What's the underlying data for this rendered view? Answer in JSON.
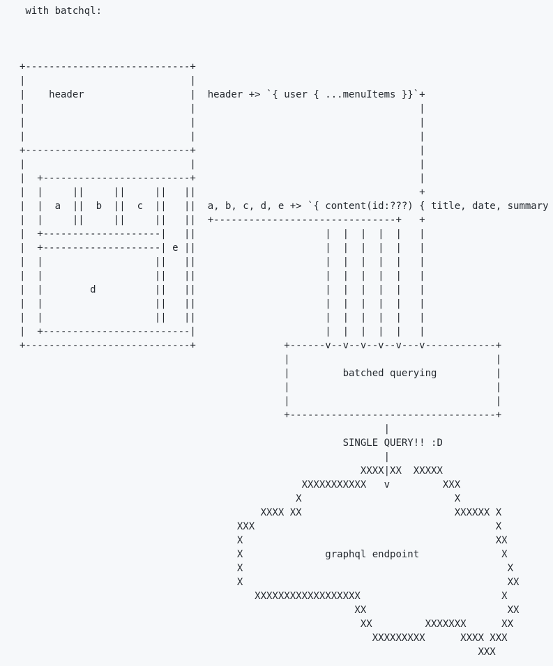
{
  "page": {
    "background_color": "#f6f8fa",
    "text_color": "#24292f"
  },
  "code_block": {
    "intro_line": "with batchql:",
    "diagram_labels": {
      "header_box": "header",
      "box_a": "a",
      "box_b": "b",
      "box_c": "c",
      "box_d": "d",
      "box_e": "e",
      "header_query": "header +> `{ user { ...menuItems }}`",
      "content_query": "a, b, c, d, e +> `{ content(id:???) { title, date, summary",
      "batched_box": "batched querying",
      "single_query_note": "SINGLE QUERY!! :D",
      "cloud_label": "graphql endpoint"
    },
    "ascii_lines": [
      " with batchql:",
      "",
      "",
      "",
      "+----------------------------+",
      "|                            |",
      "|    header                  |  header +> `{ user { ...menuItems }}`+",
      "|                            |                                      |",
      "|                            |                                      |",
      "|                            |                                      |",
      "+----------------------------+                                      |",
      "|                            |                                      |",
      "|  +-------------------------+                                      |",
      "|  |     ||     ||     ||   ||                                      +",
      "|  |  a  ||  b  ||  c  ||   ||  a, b, c, d, e +> `{ content(id:???) { title, date, summary",
      "|  |     ||     ||     ||   ||  +-------------------------------+   +",
      "|  +--------------------|   ||                      |  |  |  |  |   |",
      "|  +--------------------| e ||                      |  |  |  |  |   |",
      "|  |                   ||   ||                      |  |  |  |  |   |",
      "|  |                   ||   ||                      |  |  |  |  |   |",
      "|  |        d          ||   ||                      |  |  |  |  |   |",
      "|  |                   ||   ||                      |  |  |  |  |   |",
      "|  |                   ||   ||                      |  |  |  |  |   |",
      "|  +-------------------------|                      |  |  |  |  |   |",
      "+----------------------------+               +------v--v--v--v--v---v------------+",
      "                                             |                                   |",
      "                                             |         batched querying          |",
      "                                             |                                   |",
      "                                             |                                   |",
      "                                             +-----------------------------------+",
      "                                                              |",
      "                                                       SINGLE QUERY!! :D",
      "                                                              |",
      "                                                          XXXX|XX  XXXXX",
      "                                                XXXXXXXXXXX   v         XXX",
      "                                               X                          X",
      "                                         XXXX XX                          XXXXXX X",
      "                                     XXX                                         X",
      "                                     X                                           XX",
      "                                     X              graphql endpoint              X",
      "                                     X                                             X",
      "                                     X                                             XX",
      "                                        XXXXXXXXXXXXXXXXXX                        X",
      "                                                         XX                        XX",
      "                                                          XX         XXXXXXX      XX",
      "                                                            XXXXXXXXX      XXXX XXX",
      "                                                                              XXX"
    ]
  }
}
